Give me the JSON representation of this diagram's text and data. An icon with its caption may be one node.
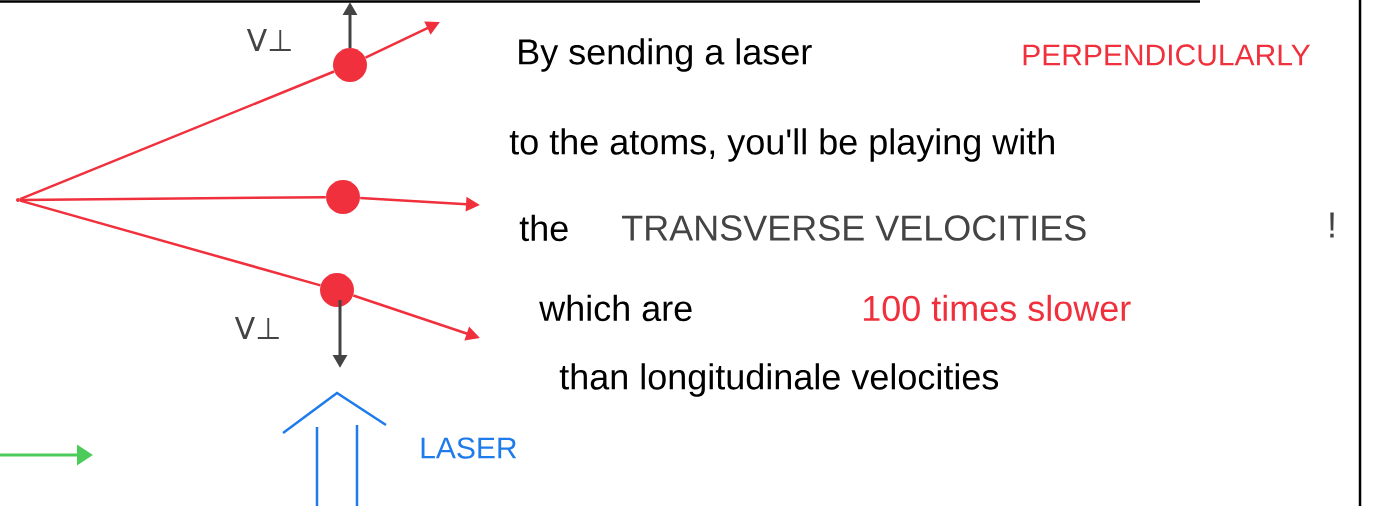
{
  "diagram": {
    "nodes": [
      {
        "text": [],
        "shape": "point"
      },
      {
        "text": [],
        "shape": "circle"
      },
      {
        "text": [],
        "shape": "circle"
      },
      {
        "text": [],
        "shape": "circle"
      }
    ],
    "edges": [
      {
        "from": 0,
        "to": 1,
        "arrow": "none"
      },
      {
        "from": 0,
        "to": 2,
        "arrow": "none"
      },
      {
        "from": 0,
        "to": 3,
        "arrow": "none"
      },
      {
        "from": 1,
        "to": null,
        "arrow": "to"
      },
      {
        "from": 2,
        "to": null,
        "arrow": "to"
      },
      {
        "from": 3,
        "to": null,
        "arrow": "to"
      }
    ],
    "labels": [
      "V⊥",
      "By sending a laser",
      "PERPENDICULARLY",
      "to the atoms, you'll be playing with",
      "the",
      "TRANSVERSE VELOCITIES",
      "!",
      "which are",
      "100 times slower",
      "V⊥",
      "than longitudinale velocities",
      "LASER"
    ]
  }
}
